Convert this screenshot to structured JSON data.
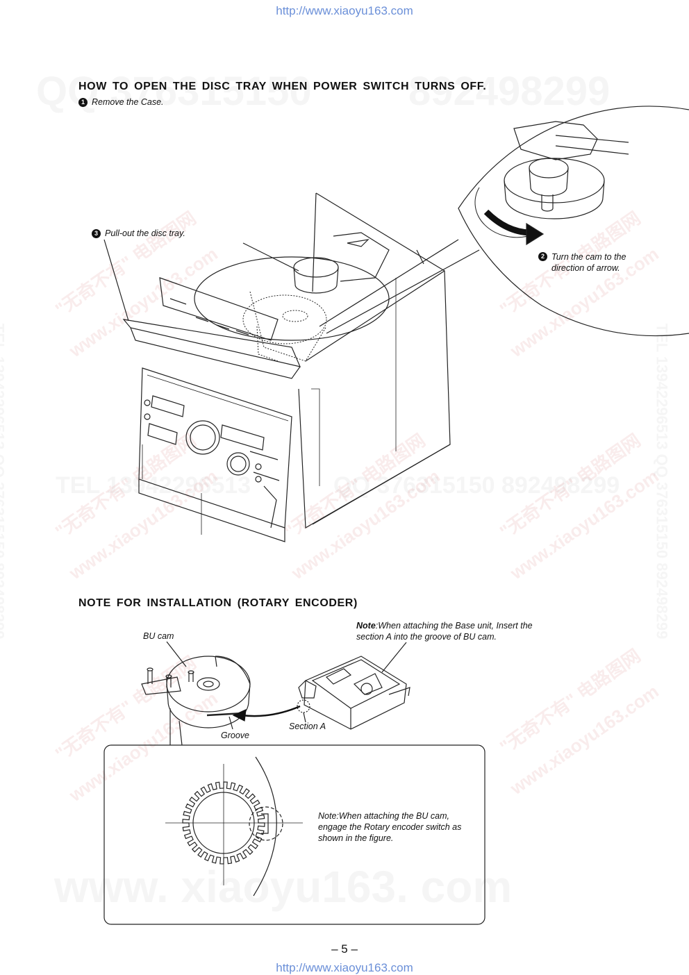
{
  "header_url": "http://www.xiaoyu163.com",
  "footer_url": "http://www.xiaoyu163.com",
  "section1": {
    "title": "HOW TO OPEN THE DISC TRAY WHEN POWER SWITCH TURNS OFF.",
    "steps": [
      {
        "num": "1",
        "text": "Remove the Case."
      },
      {
        "num": "2",
        "text": "Turn the cam to the direction of arrow."
      },
      {
        "num": "3",
        "text": "Pull-out the disc tray."
      }
    ]
  },
  "section2": {
    "title": "NOTE FOR INSTALLATION (ROTARY ENCODER)",
    "labels": {
      "bu_cam": "BU cam",
      "groove": "Groove",
      "section_a": "Section A"
    },
    "note1_bold": "Note",
    "note1_text": ":When attaching the Base unit, Insert the section A into the groove of BU cam.",
    "note2": "Note:When attaching the BU cam, engage the Rotary encoder switch as shown in the figure."
  },
  "watermarks": {
    "qq": "QQ 376315150",
    "qq_num2": "892498299",
    "tel_line": "TEL 13942296513",
    "tel_qq": "QQ 376315150  892498299",
    "side": "TEL 13942296513 QQ 376315150 892498299",
    "cn": "\"无奇不有\" 电路图网",
    "site": "www.xiaoyu163.com",
    "big_site": "www. xiaoyu163. com"
  },
  "page_number": "– 5 –"
}
